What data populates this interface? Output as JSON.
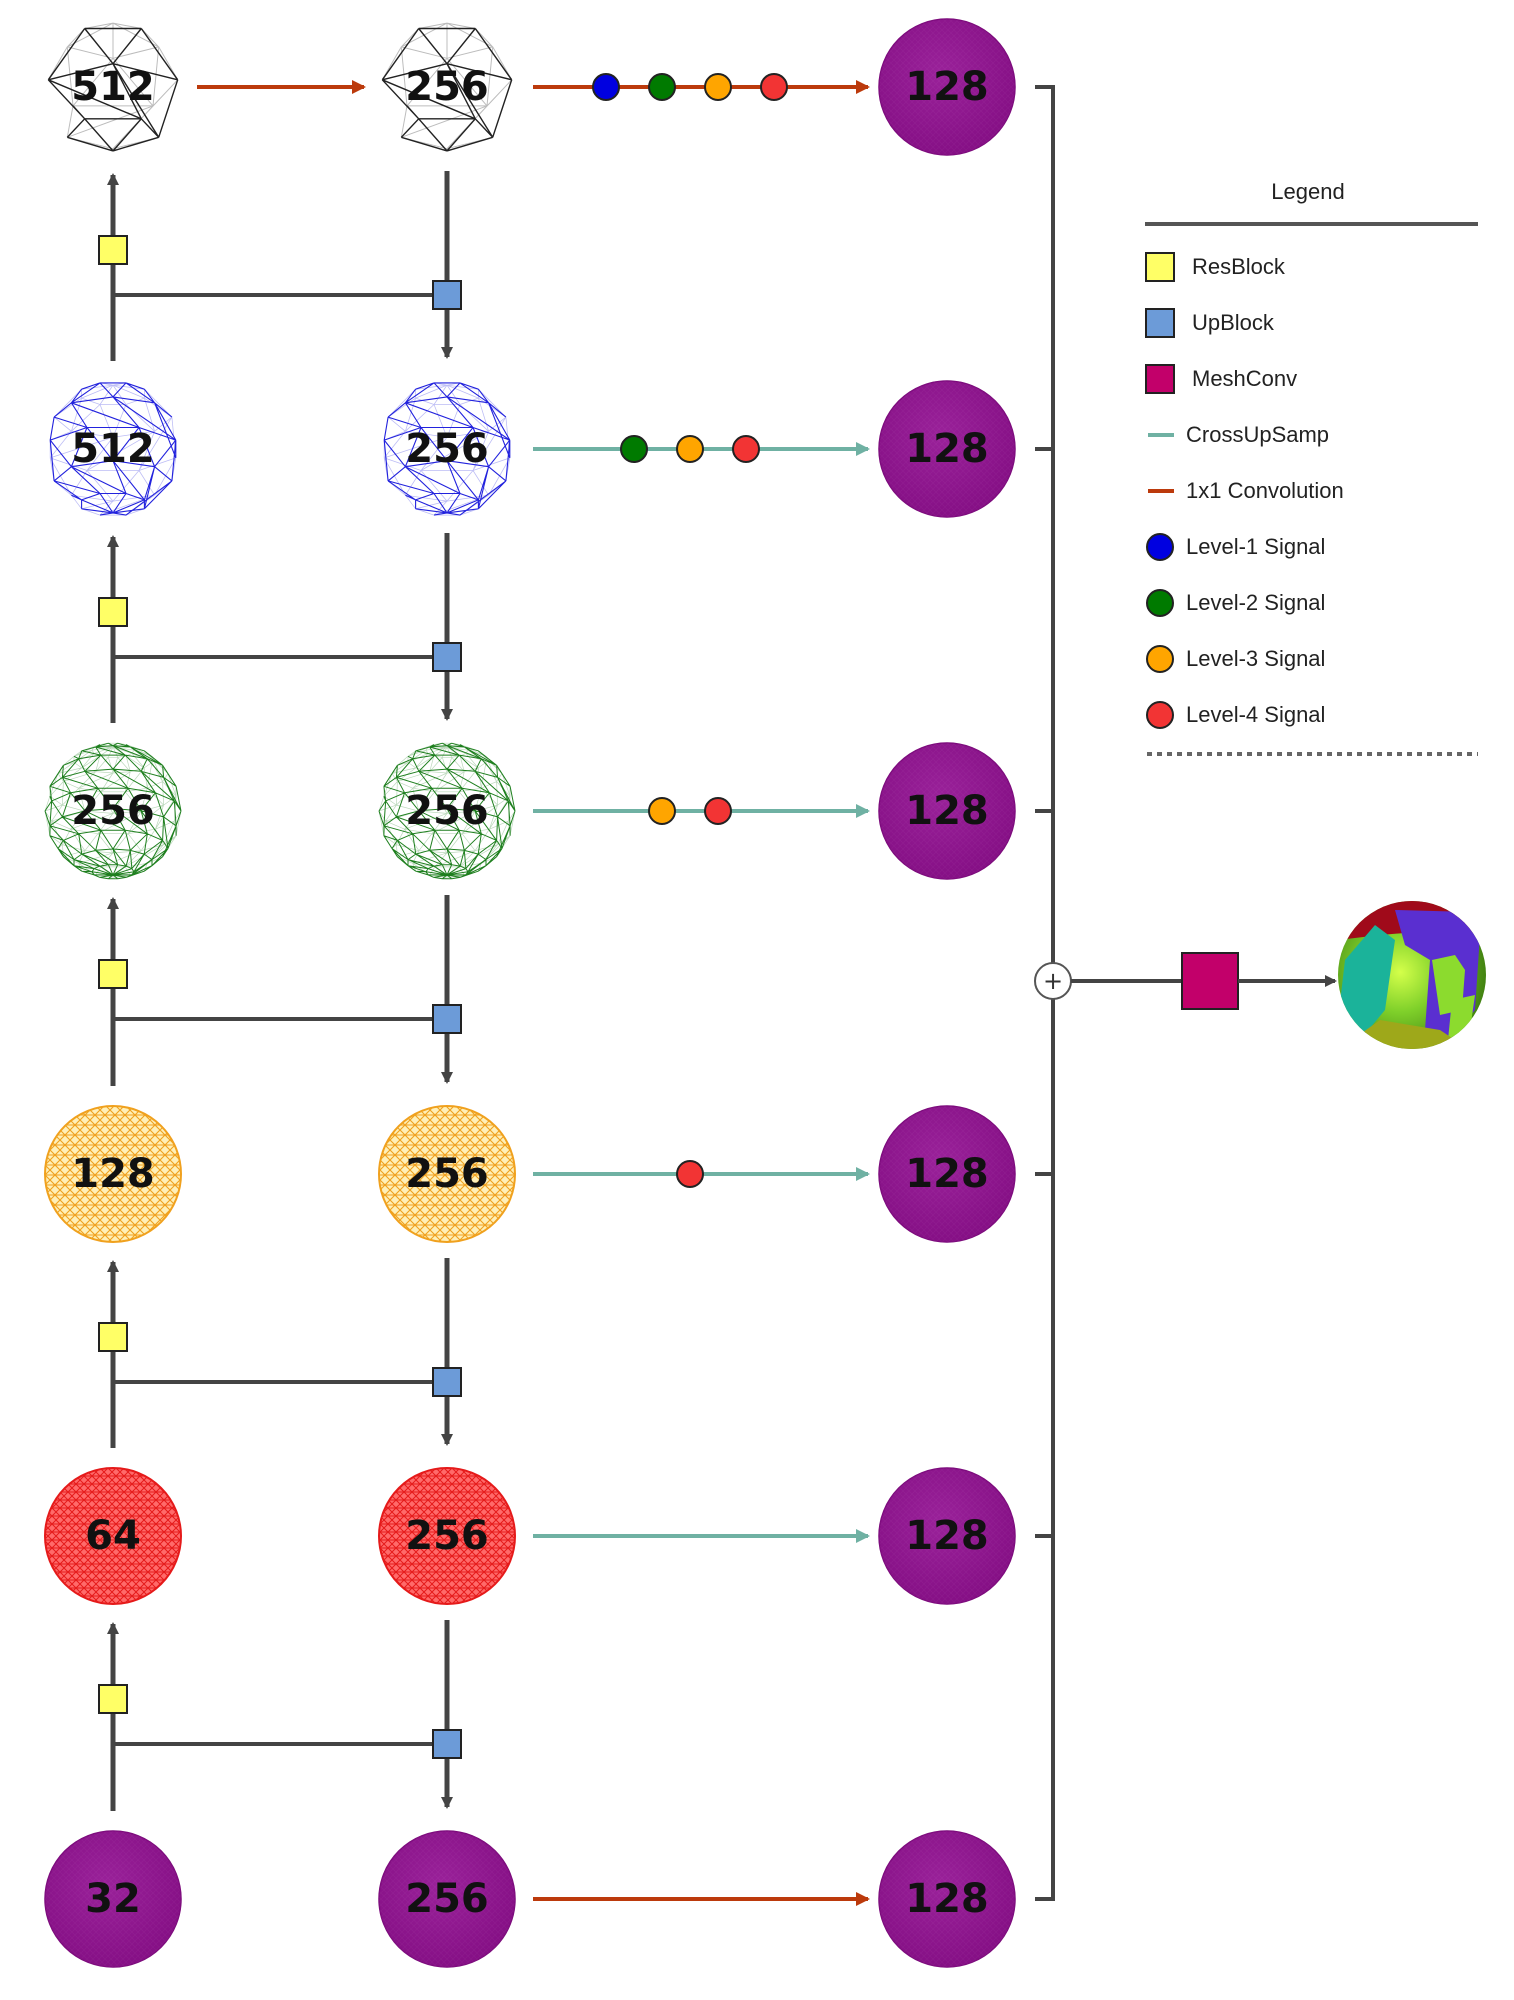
{
  "nodes": {
    "encoder": [
      "512",
      "512",
      "256",
      "128",
      "64",
      "32"
    ],
    "decoder": [
      "256",
      "256",
      "256",
      "256",
      "256",
      "256"
    ],
    "output": [
      "128",
      "128",
      "128",
      "128",
      "128",
      "128"
    ]
  },
  "mesh_styles": [
    "wire-black",
    "wire-blue",
    "wire-green",
    "dense-orange",
    "dense-red",
    "solid-purple"
  ],
  "cross_signals": [
    [
      "level-1",
      "level-2",
      "level-3",
      "level-4"
    ],
    [
      "level-2",
      "level-3",
      "level-4"
    ],
    [
      "level-3",
      "level-4"
    ],
    [
      "level-4"
    ],
    [],
    []
  ],
  "row_connector_types": [
    "conv1x1",
    "crossupsamp",
    "crossupsamp",
    "crossupsamp",
    "crossupsamp",
    "conv1x1"
  ],
  "fusion": {
    "sum_symbol": "+",
    "output_icon": "segmented-sphere-icon"
  },
  "legend": {
    "title": "Legend",
    "items": [
      {
        "key": "resblock",
        "label": "ResBlock",
        "kind": "square",
        "color": "#FFFF66"
      },
      {
        "key": "upblock",
        "label": "UpBlock",
        "kind": "square",
        "color": "#6C9BD8"
      },
      {
        "key": "meshconv",
        "label": "MeshConv",
        "kind": "square",
        "color": "#C2006A"
      },
      {
        "key": "crossupsamp",
        "label": "CrossUpSamp",
        "kind": "line",
        "color": "#6FB1A3"
      },
      {
        "key": "conv1x1",
        "label": "1x1 Convolution",
        "kind": "line",
        "color": "#BC3A0C"
      },
      {
        "key": "level-1",
        "label": "Level-1 Signal",
        "kind": "circle",
        "color": "#0000E0"
      },
      {
        "key": "level-2",
        "label": "Level-2 Signal",
        "kind": "circle",
        "color": "#007A00"
      },
      {
        "key": "level-3",
        "label": "Level-3 Signal",
        "kind": "circle",
        "color": "#FFA500"
      },
      {
        "key": "level-4",
        "label": "Level-4 Signal",
        "kind": "circle",
        "color": "#F23434"
      }
    ]
  },
  "colors": {
    "arrow": "#444444",
    "crossupsamp": "#6FB1A3",
    "conv1x1": "#BC3A0C",
    "resblock": "#FFFF66",
    "upblock": "#6C9BD8",
    "meshconv": "#C2006A",
    "purple": "#8E118E",
    "mesh_black": "#222222",
    "mesh_blue": "#2222DD",
    "mesh_green": "#1E7F1E",
    "mesh_orange": "#F0A11E",
    "mesh_red": "#E51A1A"
  }
}
